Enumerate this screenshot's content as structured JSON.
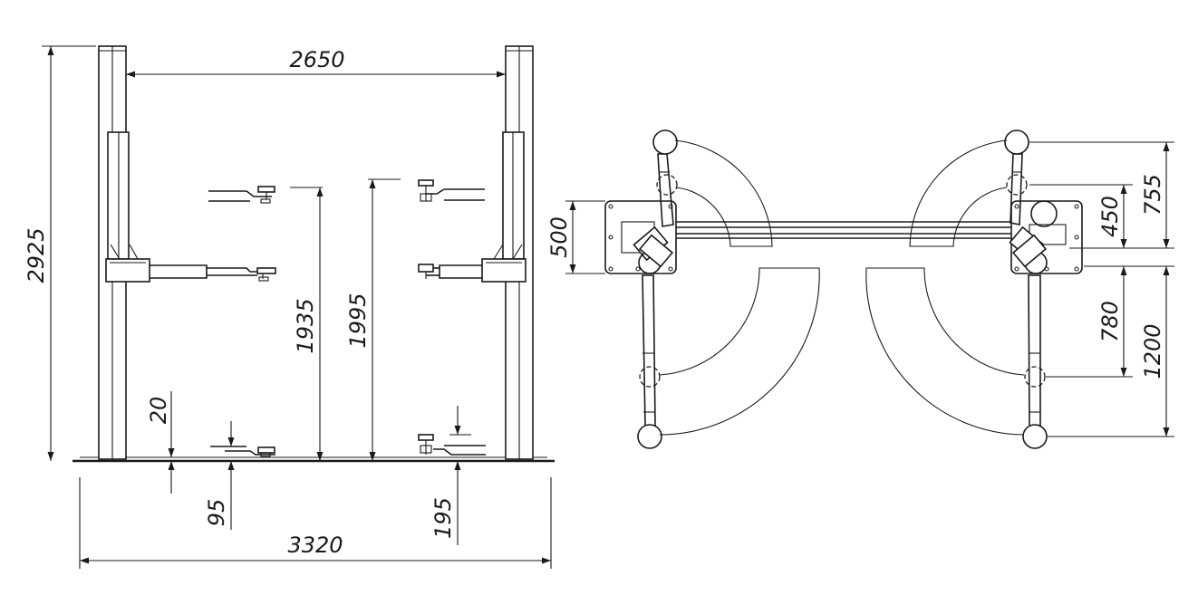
{
  "dimensions": {
    "between_columns": "2650",
    "total_height": "2925",
    "total_width": "3320",
    "min_height_lo": "20",
    "min_height_95": "95",
    "min_height_195": "195",
    "lift_height_1935": "1935",
    "lift_height_1995": "1995",
    "carriage_width": "500",
    "arm_short_min": "450",
    "arm_short_max": "755",
    "arm_long_min": "780",
    "arm_long_max": "1200"
  }
}
